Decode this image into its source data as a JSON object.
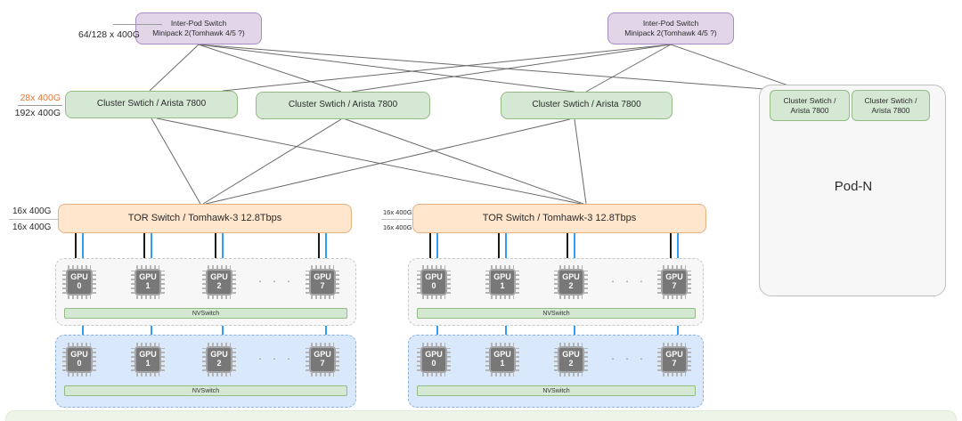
{
  "nodes": {
    "interpod": [
      {
        "line1": "Inter-Pod Switch",
        "line2": "Minipack 2(Tomhawk 4/5 ?)"
      },
      {
        "line1": "Inter-Pod Switch",
        "line2": "Minipack 2(Tomhawk 4/5 ?)"
      }
    ],
    "clusters": [
      "Cluster Swtich / Arista 7800",
      "Cluster Swtich / Arista 7800",
      "Cluster Swtich / Arista 7800"
    ],
    "pod_n": {
      "title": "Pod-N",
      "clusters": [
        {
          "line1": "Cluster Swtich /",
          "line2": "Arista 7800"
        },
        {
          "line1": "Cluster Swtich /",
          "line2": "Arista 7800"
        }
      ]
    },
    "tors": [
      "TOR Switch / Tomhawk-3  12.8Tbps",
      "TOR Switch / Tomhawk-3  12.8Tbps"
    ],
    "nvswitch": "NVSwitch",
    "gpu_label": "GPU",
    "gpu_numbers": [
      "0",
      "1",
      "2",
      "7"
    ],
    "ellipsis": "· · ·"
  },
  "labels": {
    "interpod_capacity": "64/128 x 400G",
    "cluster_up": "28x 400G",
    "cluster_down": "192x 400G",
    "tor_up": "16x 400G",
    "tor_down": "16x 400G"
  },
  "colors": {
    "interpod_fill": "#e1d5e7",
    "interpod_border": "#a98bc0",
    "cluster_fill": "#d5e8d4",
    "cluster_border": "#93bb84",
    "tor_fill": "#ffe6cc",
    "tor_border": "#e4b183",
    "host_gray_fill": "#f7f7f7",
    "host_gray_border": "#c9c9c9",
    "host_blue_fill": "#dae8fc",
    "host_blue_border": "#8db3dd",
    "pod_fill": "#f7f7f7",
    "pod_border": "#bfbfbf",
    "link": "#6b6b6b",
    "link_black": "#1a1a1a",
    "link_blue": "#2f9ff2",
    "accent_orange": "#e8762c"
  }
}
